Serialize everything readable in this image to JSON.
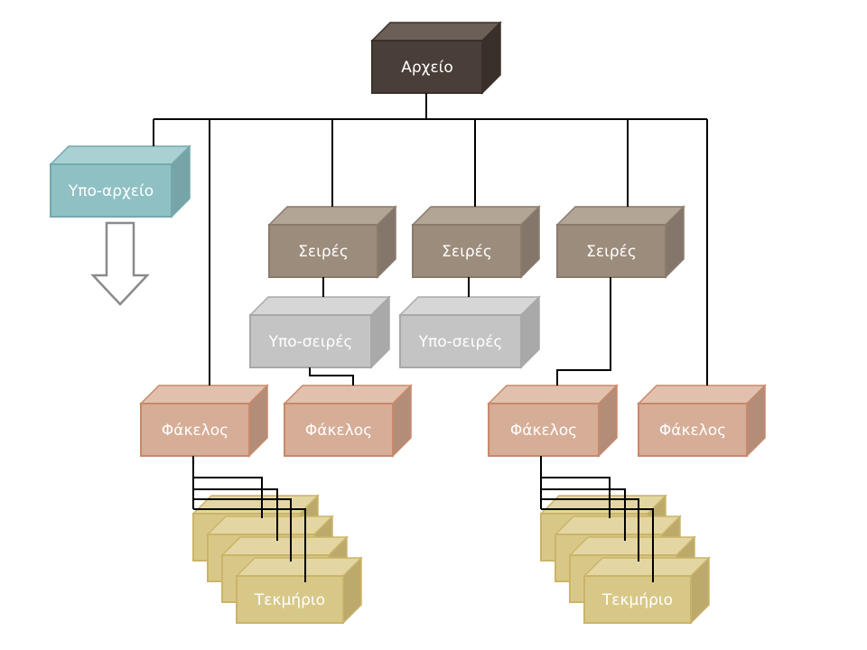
{
  "diagram": {
    "title": "Archival hierarchy",
    "colors": {
      "archive": {
        "front": "#4a3f38",
        "top": "#6b5f57",
        "side": "#3a302a",
        "stroke": "#3a302a"
      },
      "subarchive": {
        "front": "#8fc0c4",
        "top": "#a9d0d3",
        "side": "#76a4a8",
        "stroke": "#74a8ad"
      },
      "series": {
        "front": "#9c8c7c",
        "top": "#b3a596",
        "side": "#84766a",
        "stroke": "#8a7b6c"
      },
      "subseries": {
        "front": "#c4c4c4",
        "top": "#d6d6d6",
        "side": "#a9a9a9",
        "stroke": "#a8a8a8"
      },
      "folder": {
        "front": "#d6ad96",
        "top": "#e1c1ae",
        "side": "#b48d78",
        "stroke": "#c8896a"
      },
      "item": {
        "front": "#d8c888",
        "top": "#e3d6a2",
        "side": "#bcaa6c",
        "stroke": "#cbb468"
      },
      "arrow_stroke": "#8a8a8a"
    },
    "nodes": {
      "archive": {
        "label": "Αρχείο",
        "type": "archive"
      },
      "subarchive": {
        "label": "Υπο-αρχείο",
        "type": "subarchive"
      },
      "series1": {
        "label": "Σειρές",
        "type": "series"
      },
      "series2": {
        "label": "Σειρές",
        "type": "series"
      },
      "series3": {
        "label": "Σειρές",
        "type": "series"
      },
      "subseries1": {
        "label": "Υπο-σειρές",
        "type": "subseries"
      },
      "subseries2": {
        "label": "Υπο-σειρές",
        "type": "subseries"
      },
      "folder1": {
        "label": "Φάκελος",
        "type": "folder"
      },
      "folder2": {
        "label": "Φάκελος",
        "type": "folder"
      },
      "folder3": {
        "label": "Φάκελος",
        "type": "folder"
      },
      "folder4": {
        "label": "Φάκελος",
        "type": "folder"
      },
      "items_left": {
        "label": "Τεκμήριο",
        "type": "item",
        "stack_count": 4
      },
      "items_right": {
        "label": "Τεκμήριο",
        "type": "item",
        "stack_count": 4
      }
    },
    "edges": [
      [
        "archive",
        "subarchive"
      ],
      [
        "archive",
        "folder1"
      ],
      [
        "archive",
        "series1"
      ],
      [
        "archive",
        "series2"
      ],
      [
        "archive",
        "series3"
      ],
      [
        "archive",
        "folder4"
      ],
      [
        "series1",
        "subseries1"
      ],
      [
        "series2",
        "subseries2"
      ],
      [
        "subseries1",
        "folder2"
      ],
      [
        "series3",
        "folder3"
      ],
      [
        "folder1",
        "items_left"
      ],
      [
        "folder3",
        "items_right"
      ]
    ],
    "subarchive_continuation": "arrow-down"
  }
}
